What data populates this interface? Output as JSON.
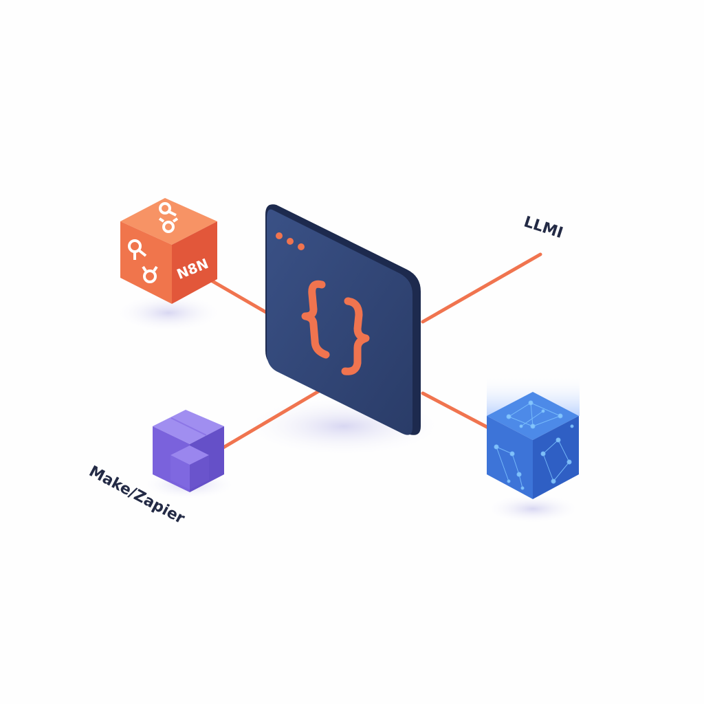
{
  "diagram": {
    "description": "Isometric integration diagram: central code window connected to automation and AI nodes",
    "center": {
      "name": "code-window",
      "icon": "curly-braces-icon",
      "window_dots": 3,
      "colors": {
        "face": "#2f4474",
        "side": "#1f2c50",
        "accent": "#f0744f"
      }
    },
    "nodes": [
      {
        "id": "n8n",
        "label": "N8N",
        "shape": "cube",
        "color": "#ee6a44",
        "icon": "workflow-node-icon"
      },
      {
        "id": "make-zapier",
        "label": "Make/Zapier",
        "shape": "stacked-cubes",
        "color": "#7b63e0",
        "icon": "blocks-icon"
      },
      {
        "id": "llm",
        "label": "LLMI",
        "shape": "line-end",
        "color": "#f0744f",
        "icon": "none"
      },
      {
        "id": "ai-cube",
        "label": "",
        "shape": "cube",
        "color": "#3f7be0",
        "icon": "neural-network-icon"
      }
    ],
    "connector_color": "#f0744f"
  }
}
